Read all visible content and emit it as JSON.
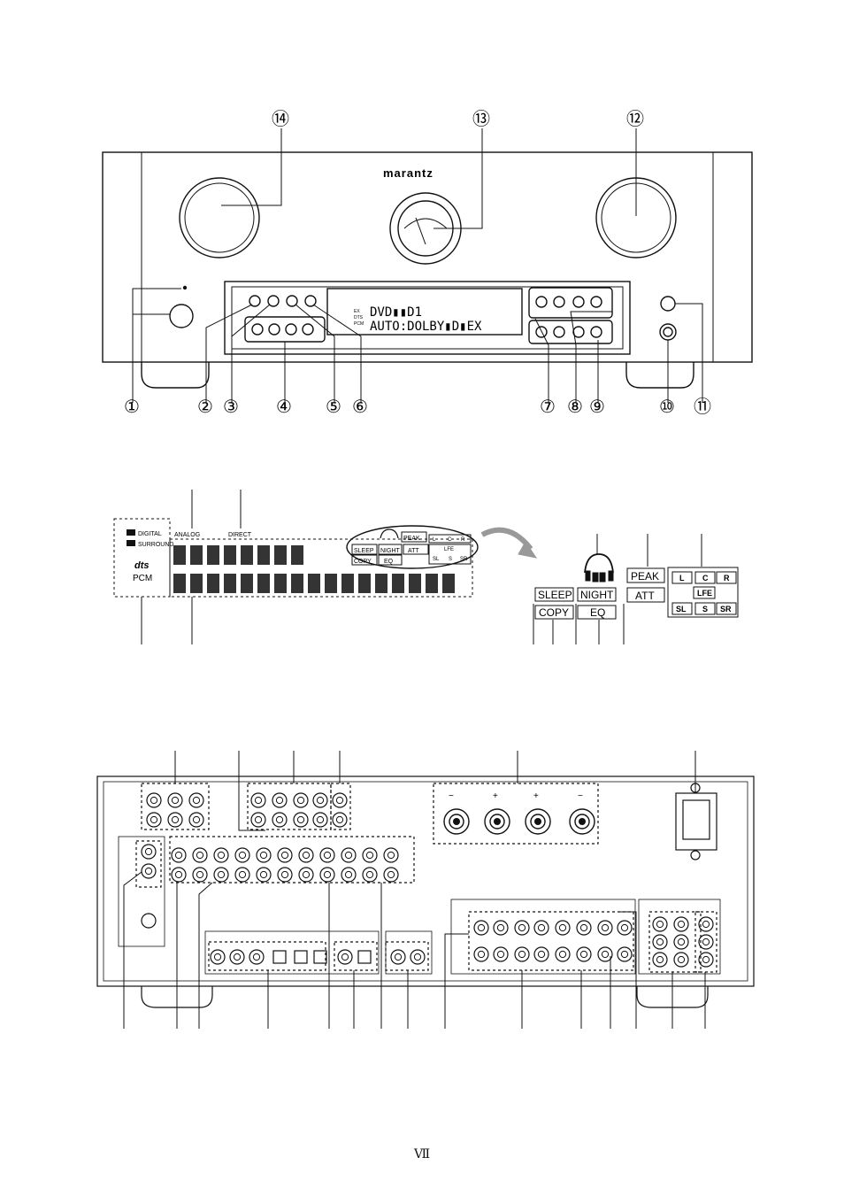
{
  "page_number": "Ⅶ",
  "front_panel": {
    "brand": "marantz",
    "callouts_top": [
      "⑭",
      "⑬",
      "⑫"
    ],
    "callouts_bottom": [
      "①",
      "②",
      "③",
      "④",
      "⑤",
      "⑥",
      "⑦",
      "⑧",
      "⑨",
      "⑩",
      "⑪"
    ],
    "display_line1": "DVD▮▮D1",
    "display_line2": "AUTO:DOLBY▮D▮EX",
    "mini_indicators": [
      "EX",
      "DTS",
      "PCM"
    ]
  },
  "fl_display": {
    "digital": "DIGITAL",
    "surround": "SURROUND",
    "dts": "dts",
    "pcm": "PCM",
    "analog": "ANALOG",
    "direct": "DIRECT",
    "zoom_small": [
      "PEAK",
      "SLEEP",
      "NIGHT",
      "ATT",
      "COPY",
      "EQ",
      "L",
      "C",
      "R",
      "LFE",
      "SL",
      "S",
      "SR"
    ],
    "zoom": {
      "sleep": "SLEEP",
      "copy": "COPY",
      "night": "NIGHT",
      "eq": "EQ",
      "peak": "PEAK",
      "att": "ATT",
      "ch_l": "L",
      "ch_c": "C",
      "ch_r": "R",
      "ch_lfe": "LFE",
      "ch_sl": "SL",
      "ch_s": "S",
      "ch_sr": "SR"
    }
  },
  "rear_panel": {
    "speaker_signs": [
      "−",
      "+",
      "+",
      "−"
    ]
  },
  "colors": {
    "ink": "#111111",
    "arrow": "#999999",
    "panel": "#ffffff"
  }
}
